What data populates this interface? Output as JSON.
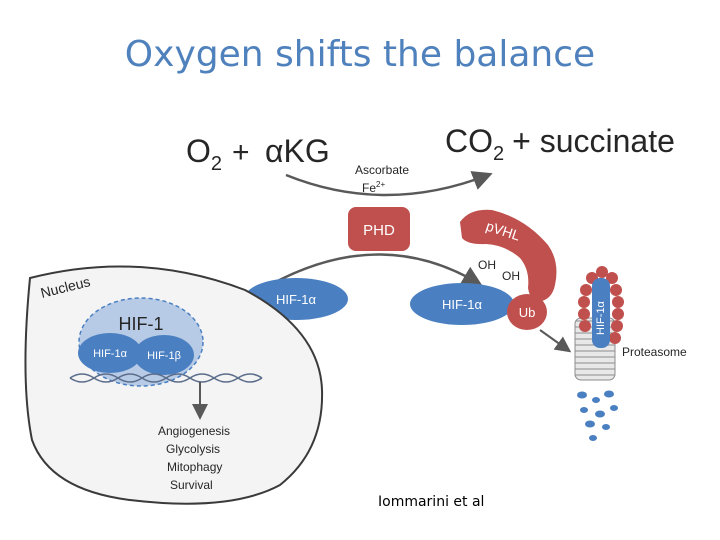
{
  "title": "Oxygen shifts the balance",
  "credit": "Iommarini et al",
  "reaction": {
    "substrate_o2": "O",
    "substrate_o2_sub": "2",
    "plus": "+",
    "substrate_akg": "αKG",
    "product_co2": "CO",
    "product_co2_sub": "2",
    "product_rest": "+ succinate",
    "cofactor_1": "Ascorbate",
    "cofactor_2": "Fe",
    "cofactor_2_sup": "2+"
  },
  "enzyme": "PHD",
  "pvhl": "pVHL",
  "hif_free": "HIF-1α",
  "hif_bound": "HIF-1α",
  "hydroxyl": "OH",
  "ubiquitin": "Ub",
  "nucleus": {
    "label": "Nucleus",
    "complex": "HIF-1",
    "alpha": "HIF-1α",
    "beta": "HIF-1β",
    "outcomes": [
      "Angiogenesis",
      "Glycolysis",
      "Mitophagy",
      "Survival"
    ]
  },
  "proteasome": {
    "label": "Proteasome",
    "hif_label": "HIF-1α"
  },
  "colors": {
    "title": "#4f81bd",
    "red": "#c0504d",
    "blue": "#4a7fc1",
    "light_blue": "#b8cbe6",
    "gray_arrow": "#595959"
  }
}
